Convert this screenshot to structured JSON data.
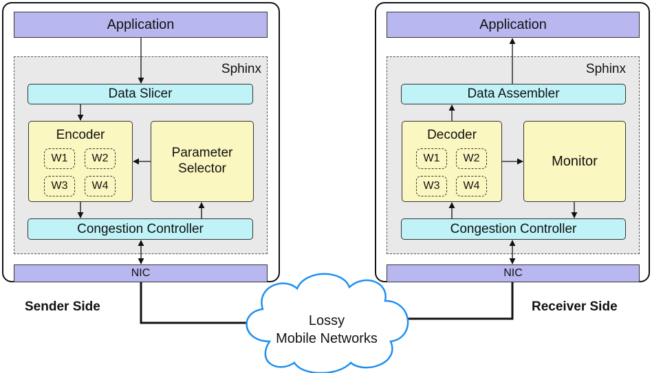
{
  "sender": {
    "application": "Application",
    "sphinx": "Sphinx",
    "data_slicer": "Data Slicer",
    "encoder": "Encoder",
    "workers": [
      "W1",
      "W2",
      "W3",
      "W4"
    ],
    "parameter_selector_line1": "Parameter",
    "parameter_selector_line2": "Selector",
    "congestion_controller": "Congestion Controller",
    "nic": "NIC",
    "side_label": "Sender Side"
  },
  "receiver": {
    "application": "Application",
    "sphinx": "Sphinx",
    "data_assembler": "Data Assembler",
    "decoder": "Decoder",
    "workers": [
      "W1",
      "W2",
      "W3",
      "W4"
    ],
    "monitor": "Monitor",
    "congestion_controller": "Congestion Controller",
    "nic": "NIC",
    "side_label": "Receiver Side"
  },
  "network": {
    "line1": "Lossy",
    "line2": "Mobile Networks"
  },
  "colors": {
    "application_nic": "#b9b7f0",
    "sphinx_bg": "#e9e9e9",
    "module_cyan": "#bff3f7",
    "module_yellow": "#fbf7c0",
    "cloud_stroke": "#1e8ff0"
  }
}
